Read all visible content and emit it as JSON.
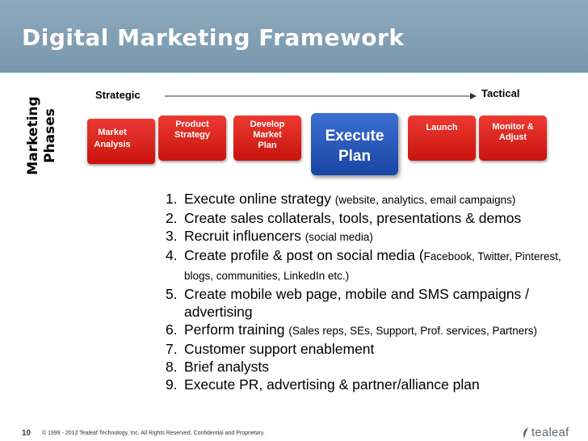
{
  "slide": {
    "title": "Digital Marketing Framework",
    "phases_label": [
      "Marketing",
      "Phases"
    ]
  },
  "timeline": {
    "start_label": "Strategic",
    "end_label": "Tactical"
  },
  "steps": [
    {
      "label": "Market Analysis"
    },
    {
      "label": "Product Strategy"
    },
    {
      "label": "Develop Market Plan"
    },
    {
      "label": "Execute Plan",
      "highlighted": true
    },
    {
      "label": "Launch"
    },
    {
      "label": "Monitor & Adjust"
    }
  ],
  "colors": {
    "title_bar": "#7f9db3",
    "step_red": "#d9221a",
    "step_highlight_blue": "#2a5bc0"
  },
  "items": [
    {
      "num": "1.",
      "main": "Execute online strategy",
      "detail": "(website, analytics, email campaigns)"
    },
    {
      "num": "2.",
      "main": "Create sales collaterals, tools, presentations & demos",
      "detail": ""
    },
    {
      "num": "3.",
      "main": "Recruit influencers",
      "detail": "(social media)"
    },
    {
      "num": "4.",
      "main": "Create profile & post on social media (",
      "detail": "Facebook, Twitter, Pinterest, blogs, communities, LinkedIn etc.)"
    },
    {
      "num": "5.",
      "main": "Create mobile web page, mobile and SMS campaigns / advertising",
      "detail": ""
    },
    {
      "num": "6.",
      "main": "Perform training",
      "detail": "(Sales reps, SEs, Support, Prof. services, Partners)"
    },
    {
      "num": "7.",
      "main": "Customer support enablement",
      "detail": ""
    },
    {
      "num": "8.",
      "main": "Brief analysts",
      "detail": ""
    },
    {
      "num": "9.",
      "main": "Execute PR, advertising & partner/alliance plan",
      "detail": ""
    }
  ],
  "footer": {
    "page_number": "10",
    "copyright": "© 1999 - 2012 Tealeaf Technology, Inc. All Rights Reserved. Confidential and Proprietary.",
    "logo_text": "tealeaf",
    "logo_icon": "leaf-icon"
  }
}
